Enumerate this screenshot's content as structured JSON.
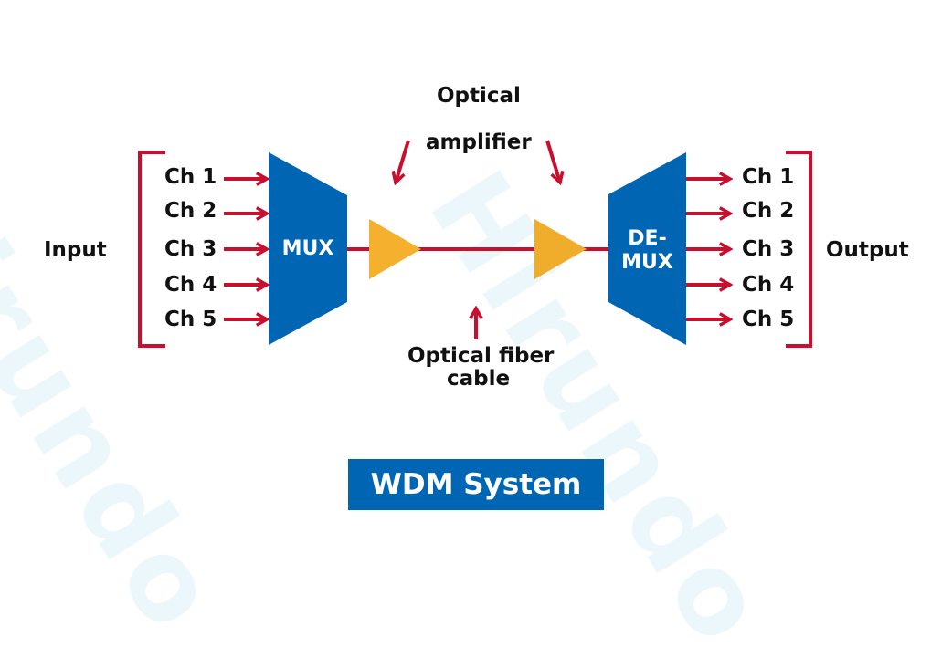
{
  "diagram": {
    "title": "WDM System",
    "watermark": "Hirundo",
    "input_label": "Input",
    "output_label": "Output",
    "input_channels": [
      "Ch 1",
      "Ch 2",
      "Ch 3",
      "Ch 4",
      "Ch 5"
    ],
    "output_channels": [
      "Ch 1",
      "Ch 2",
      "Ch 3",
      "Ch 4",
      "Ch 5"
    ],
    "mux_label": "MUX",
    "demux_label_line1": "DE-",
    "demux_label_line2": "MUX",
    "amplifier_label_line1": "Optical",
    "amplifier_label_line2": "amplifier",
    "fiber_label_line1": "Optical fiber",
    "fiber_label_line2": "cable",
    "amplifier_count": 2
  },
  "colors": {
    "blue": "#0066b3",
    "red": "#c8102e",
    "amber": "#f5b02e",
    "text": "#111111",
    "watermark": "#d7eef9"
  }
}
